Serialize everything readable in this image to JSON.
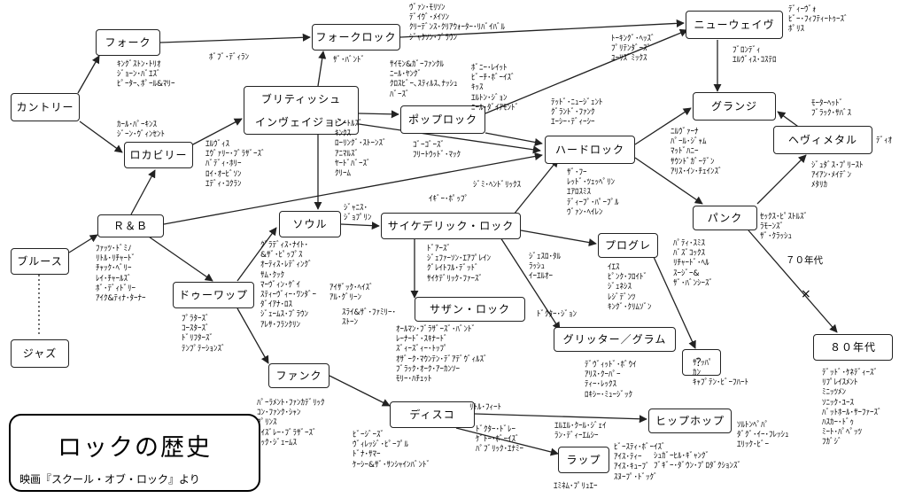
{
  "nodes": {
    "country": "カントリー",
    "folk": "フォーク",
    "folk_rock": "フォークロック",
    "new_wave": "ニューウェイヴ",
    "rockabilly": "ロカビリー",
    "british_invasion": "ブリティッシュ\nインヴェイジョン",
    "pop_rock": "ポップロック",
    "grunge": "グランジ",
    "heavy_metal": "ヘヴィメタル",
    "hard_rock": "ハードロック",
    "blues": "ブルース",
    "jazz": "ジャズ",
    "rnb": "Ｒ＆Ｂ",
    "soul": "ソウル",
    "psychedelic_rock": "サイケデリック・ロック",
    "prog": "プログレ",
    "punk": "パンク",
    "doo_wop": "ドゥーワップ",
    "southern_rock": "サザン・ロック",
    "glitter": "グリッター／グラム",
    "question": "？",
    "funk": "ファンク",
    "eighties": "８０年代",
    "disco": "ディスコ",
    "hiphop": "ヒップホップ",
    "rap": "ラップ"
  },
  "annotations": {
    "a_folk": "ｷﾝｸﾞｽﾄﾝ･ﾄﾘｵ\nｼﾞｮｰﾝ･ﾊﾞｴｽﾞ\nﾋﾟｰﾀｰ､ﾎﾟｰﾙ&ﾏﾘｰ",
    "a_dylan": "ﾎﾞﾌﾞ･ﾃﾞｨﾗﾝ",
    "a_folk_rock_top": "ｳﾞｧﾝ･ﾓﾘｿﾝ\nﾃﾞｲｳﾞ･ﾒｲｿﾝ\nｸﾘｰﾃﾞﾝｽ･ｸﾘｱｳｫｰﾀｰ･ﾘﾊﾞｲﾊﾞﾙ\nｼﾞｬｸｿﾝ･ﾌﾞﾗｳﾝ",
    "a_band": "ｻﾞ･ﾊﾞﾝﾄﾞ",
    "a_simon": "ｻｲﾓﾝ&ｶﾞｰﾌｧﾝｸﾙ\nﾆｰﾙ･ﾔﾝｸﾞ\nｸﾛｽﾋﾞｰ､ｽﾃｨﾙｽ､ﾅｯｼｭ\nﾊﾞｰｽﾞ",
    "a_pop_rock": "ﾎﾞﾆｰ･ﾚｲｯﾄ\nﾋﾞｰﾁ･ﾎﾞｰｲｽﾞ\nｷｯｽ\nｴﾙﾄﾝ･ｼﾞｮﾝ\nﾆｰﾙ･ﾀﾞｲｱﾓﾝﾄﾞ",
    "a_new_wave_in": "ﾄｰｷﾝｸﾞ･ﾍｯｽﾞ\nﾌﾟﾘﾃﾝﾀﾞｰｽﾞ\nﾕｰﾘｽﾞﾐｯｸｽ",
    "a_new_wave": "ﾃﾞｨｰｳﾞｫ\nﾋﾞｰ･ﾌｨﾌﾃｨｰﾄｩｰｽﾞ\nﾎﾟﾘｽ",
    "a_blondie": "ﾌﾞﾛﾝﾃﾞｨ\nｴﾙｳﾞｨｽ･ｺｽﾃﾛ",
    "a_hard_rock_in": "ﾃｯﾄﾞ･ﾆｭｰｼﾞｪﾝﾄ\nｸﾞﾗﾝﾄﾞ･ﾌｧﾝｸ\nｴｰｼｰ･ﾃﾞｨｰｼｰ",
    "a_country": "ｶｰﾙ･ﾊﾟｰｷﾝｽ\nｼﾞｰﾝ･ｳﾞｨﾝｾﾝﾄ",
    "a_rockabilly": "ｴﾙｳﾞｨｽ\nｴｳﾞｧﾘｰ･ﾌﾞﾗｻﾞｰｽﾞ\nﾊﾞﾃﾞｨ･ﾎﾘｰ\nﾛｲ･ｵｰﾋﾞｿﾝ\nｴﾃﾞｨ･ｺｸﾗﾝ",
    "a_beatles": "ﾋﾞｰﾄﾙｽﾞ\nｷﾝｸｽ\nﾛｰﾘﾝｸﾞ･ｽﾄｰﾝｽﾞ\nｱﾆﾏﾙｽﾞ\nﾔｰﾄﾞﾊﾞｰｽﾞ\nｸﾘｰﾑ",
    "a_gogos": "ｺﾞｰｺﾞｰｽﾞ\nﾌﾘｰﾄｳｯﾄﾞ･ﾏｯｸ",
    "a_grunge": "ﾆﾙｳﾞｧｰﾅ\nﾊﾟｰﾙ･ｼﾞｬﾑ\nﾏｯﾄﾞﾊﾆｰ\nｻｳﾝﾄﾞｶﾞｰﾃﾞﾝ\nｱﾘｽ･ｲﾝ･ﾁｪｲﾝｽﾞ",
    "a_motorhead": "ﾓｰﾀｰﾍｯﾄﾞ\nﾌﾞﾗｯｸ･ｻﾊﾞｽ",
    "a_dio": "ﾃﾞｨｵ",
    "a_metal": "ｼﾞｭﾀﾞｽ･ﾌﾟﾘｰｽﾄ\nｱｲｱﾝ･ﾒｲﾃﾞﾝ\nﾒﾀﾘｶ",
    "a_hard_rock": "ｻﾞ･ﾌｰ\nﾚｯﾄﾞ･ﾂｪｯﾍﾟﾘﾝ\nｴｱﾛｽﾐｽ\nﾃﾞｨｰﾌﾟ･ﾊﾟｰﾌﾟﾙ\nｳﾞｧﾝ･ﾍｲﾚﾝ",
    "a_hendrix": "ｼﾞﾐ･ﾍﾝﾄﾞﾘｯｸｽ",
    "a_iggy": "ｲｷﾞｰ･ﾎﾟｯﾌﾟ",
    "a_janis": "ｼﾞｬﾆｽ･\nｼﾞｮﾌﾟﾘﾝ",
    "a_rnb": "ﾌｧｯﾂ･ﾄﾞﾐﾉ\nﾘﾄﾙ･ﾘﾁｬｰﾄﾞ\nﾁｬｯｸ･ﾍﾞﾘｰ\nﾚｲ･ﾁｬｰﾙｽﾞ\nﾎﾞ･ﾃﾞｨﾄﾞﾘｰ\nｱｲｸ&ﾃｨﾅ･ﾀｰﾅｰ",
    "a_soul": "ｸﾞﾗﾃﾞｨｽ･ﾅｲﾄ･\n&ｻﾞ･ﾋﾟｯﾌﾟｽ\nｵｰﾃｨｽ･ﾚﾃﾞｨﾝｸﾞ\nｻﾑ･ｸｯｸ\nﾏｰｳﾞｨﾝ･ｹﾞｲ\nｽﾃｨｰｳﾞｨｰ･ﾜﾝﾀﾞｰ\nﾀﾞｲｱﾅ･ﾛｽ\nｼﾞｪｰﾑｽ･ﾌﾞﾗｳﾝ\nｱﾚｻ･ﾌﾗﾝｸﾘﾝ",
    "a_isaac": "ｱｲｻﾞｯｸ･ﾍｲｽﾞ\nｱﾙ･ｸﾞﾘｰﾝ",
    "a_sly": "ｽﾗｲ&ｻﾞ･ﾌｧﾐﾘｰ･\nｽﾄｰﾝ",
    "a_doo_wop": "ﾌﾟﾗﾀｰｽﾞ\nｺｰｽﾀｰｽﾞ\nﾄﾞﾘﾌﾀｰｽﾞ\nﾃﾝﾌﾟﾃｰｼｮﾝｽﾞ",
    "a_psych": "ﾄﾞｱｰｽﾞ\nｼﾞｪﾌｧｰｿﾝ･ｴｱﾌﾟﾚｲﾝ\nｸﾞﾚｲﾄﾌﾙ･ﾃﾞｯﾄﾞ\nｻｲｹﾃﾞﾘｯｸ･ﾌｧｰｽﾞ",
    "a_jethro": "ｼﾞｪｽﾛ･ﾀﾙ\nﾗｯｼｭ\nｲｰｴﾙｵｰ",
    "a_prog": "ｲｴｽ\nﾋﾟﾝｸ･ﾌﾛｲﾄﾞ\nｼﾞｪﾈｼｽ\nﾚｼﾞﾃﾞﾝﾂ\nｷﾝｸﾞ･ｸﾘﾑｿﾞﾝ",
    "a_doctor_john": "ﾄﾞｸﾀｰ･ｼﾞｮﾝ",
    "a_southern": "ｵｰﾙﾏﾝ･ﾌﾞﾗｻﾞｰｽﾞ･ﾊﾞﾝﾄﾞ\nﾚｰﾅｰﾄﾞ･ｽｷﾅｰﾄﾞ\nｽﾞｨｰｽﾞｨｰ･ﾄｯﾌﾟ\nｵｻﾞｰｸ･ﾏｳﾝﾃﾝ･ﾃﾞｱﾃﾞｳﾞｨﾙｽﾞ\nﾌﾞﾗｯｸ･ｵｰｸ･ｱｰｶﾝｿｰ\nﾓﾘｰ･ﾊﾁｪｯﾄ",
    "a_punk": "ﾊﾟﾃｨ･ｽﾐｽ\nﾊﾞｽﾞｺｯｸｽ\nﾘﾁｬｰﾄﾞ･ﾍﾙ\nｽｰｼﾞｰ&\nｻﾞ･ﾊﾞﾝｼｰｽﾞ",
    "a_sex_pistols": "ｾｯｸｽ･ﾋﾟｽﾄﾙｽﾞ\nﾗﾓｰﾝｽﾞ\nｻﾞ･ｸﾗｯｼｭ",
    "a_70s": "７０年代",
    "a_cross": "×",
    "a_glitter": "ﾃﾞｳﾞｨｯﾄﾞ･ﾎﾞｳｲ\nｱﾘｽ･ｸｰﾊﾟｰ\nﾃｨｰ･ﾚｯｸｽ\nﾛｷｼｰ･ﾐｭｰｼﾞｯｸ",
    "a_question": "ｻﾞｯﾊﾟ\nｶﾝ\nｷｬﾌﾟﾃﾝ･ﾋﾞｰﾌﾊｰﾄ",
    "a_80s": "ﾃﾞｯﾄﾞ･ｹﾈﾃﾞｨｰｽﾞ\nﾘﾌﾟﾚｲｽﾒﾝﾄ\nﾐﾆｯﾂﾒﾝ\nｿﾆｯｸ･ﾕｰｽ\nﾊﾞｯﾄﾎｰﾙ･ｻｰﾌｧｰｽﾞ\nﾊｽｶｰ･ﾄﾞｩ\nﾐｰﾄ･ﾊﾟﾍﾟｯﾂ\nﾌｶﾞｼﾞ",
    "a_funk": "ﾊﾟｰﾗﾒﾝﾄ･ﾌｧﾝｶﾃﾞﾘｯｸ\nｺﾝ･ﾌｧﾝｸ･ｼｬﾝ\nﾌﾟﾘﾝｽ\nｱｲｽﾞﾚｰ･ﾌﾞﾗｻﾞｰｽﾞ\nﾘｯｸ･ｼﾞｪｰﾑｽ",
    "a_little_feat": "ﾘﾄﾙ･ﾌｨｰﾄ",
    "a_disco": "ﾋﾞｰｼﾞｰｽﾞ\nｳﾞｨﾚｯｼﾞ･ﾋﾟｰﾌﾟﾙ\nﾄﾞﾅ･ｻﾏｰ\nｹｰｼｰ&ｻﾞ･ｻﾝｼｬｲﾝﾊﾞﾝﾄﾞ",
    "a_doctor_dre": "ﾄﾞｸﾀｰ･ﾄﾞﾚｰ\nｹﾞﾄｰ･ﾎﾞｰｲｽﾞ\nﾊﾟﾌﾞﾘｯｸ･ｴﾅﾐｰ",
    "a_eminem": "ｴﾐﾈﾑ･ﾌﾟﾘｭｴｰ",
    "a_hiphop_in": "ｴﾙｴﾙ･ｸｰﾙ･ｼﾞｪｲ\nﾗﾝ･ﾃﾞｨｰｴﾑｼｰ",
    "a_rap": "ﾋﾞｰｽﾃｨ･ﾎﾞｰｲｽﾞ\nｱｲｽ･ﾃｨｰ\nｱｲｽ･ｷｭｰﾌﾞ\nｽﾇｰﾌﾟ･ﾄﾞｯｸﾞ",
    "a_hiphop": "ｼｭｶﾞｰﾋﾙ･ｷﾞｬﾝｸﾞ\nﾌﾞｷﾞｰ･ﾀﾞｳﾝ･ﾌﾟﾛﾀﾞｸｼｮﾝｽﾞ",
    "a_run": "ｿﾙﾄﾝﾍﾟﾊﾟ\nﾀﾞｸﾞ･ｲｰ･ﾌﾚｯｼｭ\nｴﾘｯｸ･ﾋﾞｰ"
  },
  "title": {
    "main": "ロックの歴史",
    "sub": "映画『スクール・オブ・ロック』より"
  }
}
